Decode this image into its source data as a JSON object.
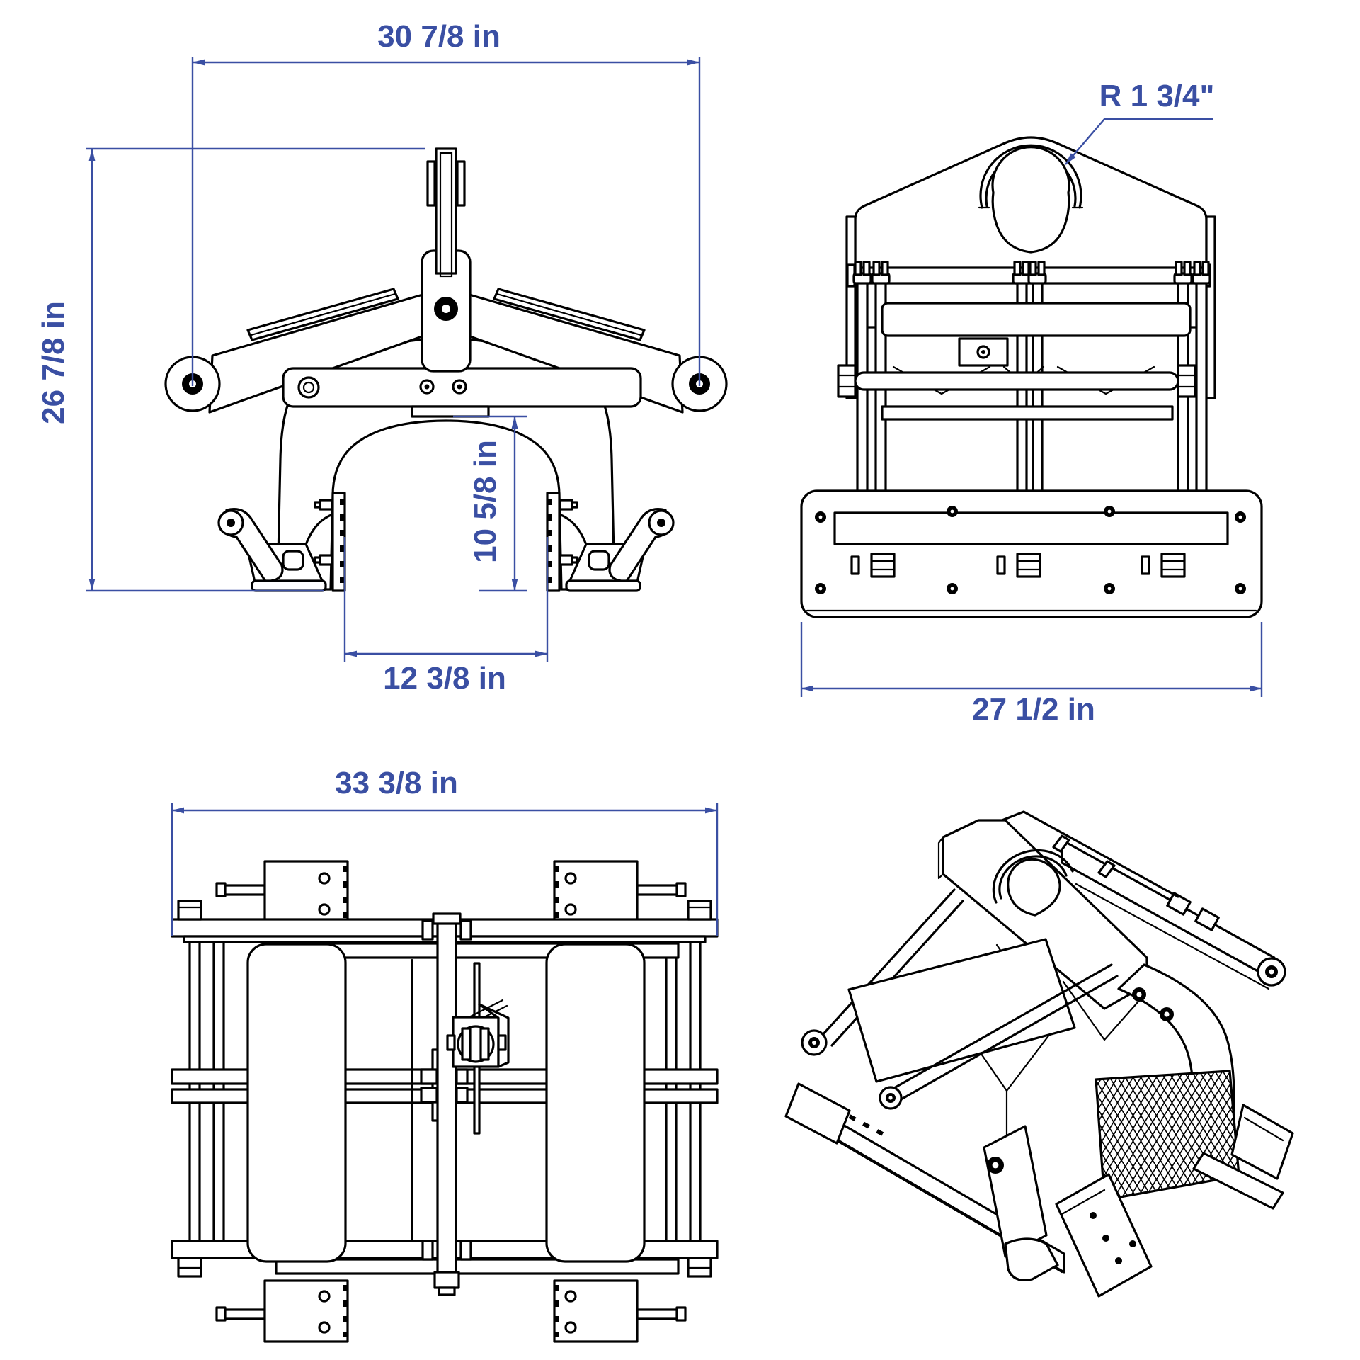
{
  "page": {
    "background": "#ffffff"
  },
  "colors": {
    "ink": "#000000",
    "dimension": "#3a4fa3"
  },
  "views": {
    "front": {
      "dims": {
        "overall_width": "30 7/8 in",
        "overall_height": "26 7/8 in",
        "jaw_opening_height": "10 5/8 in",
        "jaw_opening_width": "12 3/8 in"
      }
    },
    "side": {
      "dims": {
        "base_width": "27 1/2 in"
      },
      "callout": {
        "lifting_eye_radius": "R 1 3/4\""
      }
    },
    "top": {
      "dims": {
        "overall_width": "33 3/8 in"
      }
    }
  }
}
